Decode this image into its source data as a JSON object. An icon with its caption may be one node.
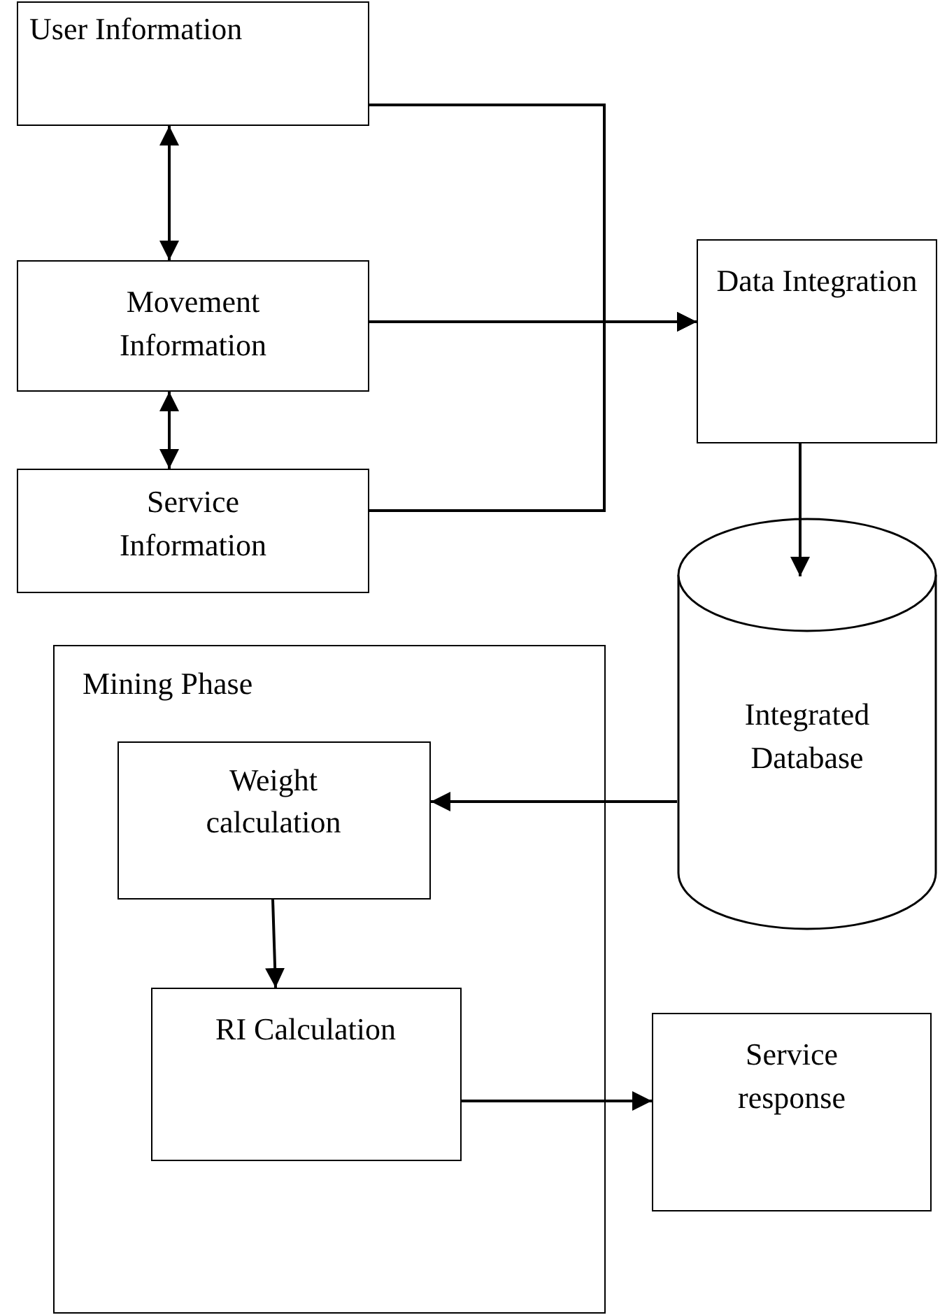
{
  "diagram": {
    "nodes": [
      {
        "text": [
          "User Information"
        ]
      },
      {
        "text": [
          "Movement Information"
        ]
      },
      {
        "text": [
          "Data Integration"
        ]
      },
      {
        "text": [
          "Service Information"
        ]
      },
      {
        "text": [
          "Integrated Database"
        ]
      },
      {
        "text": [
          "Mining Phase"
        ]
      },
      {
        "text": [
          "Weight calculation"
        ],
        "in": 5
      },
      {
        "text": [
          "RI Calculation"
        ],
        "in": 5
      },
      {
        "text": [
          "Service response"
        ]
      }
    ],
    "edges": [
      {
        "from": 0,
        "to": 1,
        "arrow": "both"
      },
      {
        "from": 1,
        "to": 3,
        "arrow": "both"
      },
      {
        "from": 0,
        "to": 2,
        "arrow": "to"
      },
      {
        "from": 1,
        "to": 2,
        "arrow": "to"
      },
      {
        "from": 3,
        "to": 2,
        "arrow": "to"
      },
      {
        "from": 2,
        "to": 4,
        "arrow": "to"
      },
      {
        "from": 4,
        "to": 6,
        "arrow": "to"
      },
      {
        "from": 6,
        "to": 7,
        "arrow": "to"
      },
      {
        "from": 7,
        "to": 8,
        "arrow": "to"
      }
    ]
  }
}
